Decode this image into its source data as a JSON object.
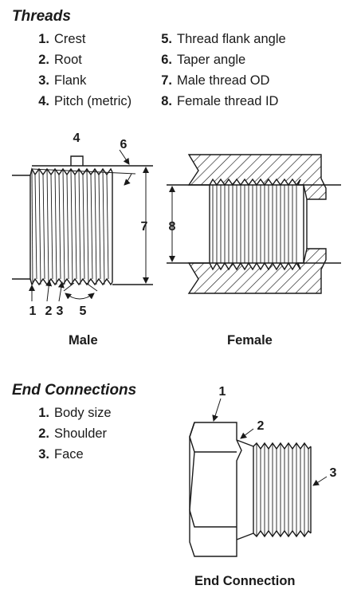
{
  "threads": {
    "title": "Threads",
    "items_left": [
      {
        "num": "1.",
        "label": "Crest"
      },
      {
        "num": "2.",
        "label": "Root"
      },
      {
        "num": "3.",
        "label": "Flank"
      },
      {
        "num": "4.",
        "label": "Pitch (metric)"
      }
    ],
    "items_right": [
      {
        "num": "5.",
        "label": "Thread flank angle"
      },
      {
        "num": "6.",
        "label": "Taper angle"
      },
      {
        "num": "7.",
        "label": "Male thread OD"
      },
      {
        "num": "8.",
        "label": "Female thread ID"
      }
    ],
    "male_caption": "Male",
    "female_caption": "Female",
    "callouts": {
      "c1": "1",
      "c2": "2",
      "c3": "3",
      "c4": "4",
      "c5": "5",
      "c6": "6",
      "c7": "7",
      "c8": "8"
    }
  },
  "end_connections": {
    "title": "End Connections",
    "items": [
      {
        "num": "1.",
        "label": "Body size"
      },
      {
        "num": "2.",
        "label": "Shoulder"
      },
      {
        "num": "3.",
        "label": "Face"
      }
    ],
    "caption": "End Connection",
    "callouts": {
      "c1": "1",
      "c2": "2",
      "c3": "3"
    }
  }
}
